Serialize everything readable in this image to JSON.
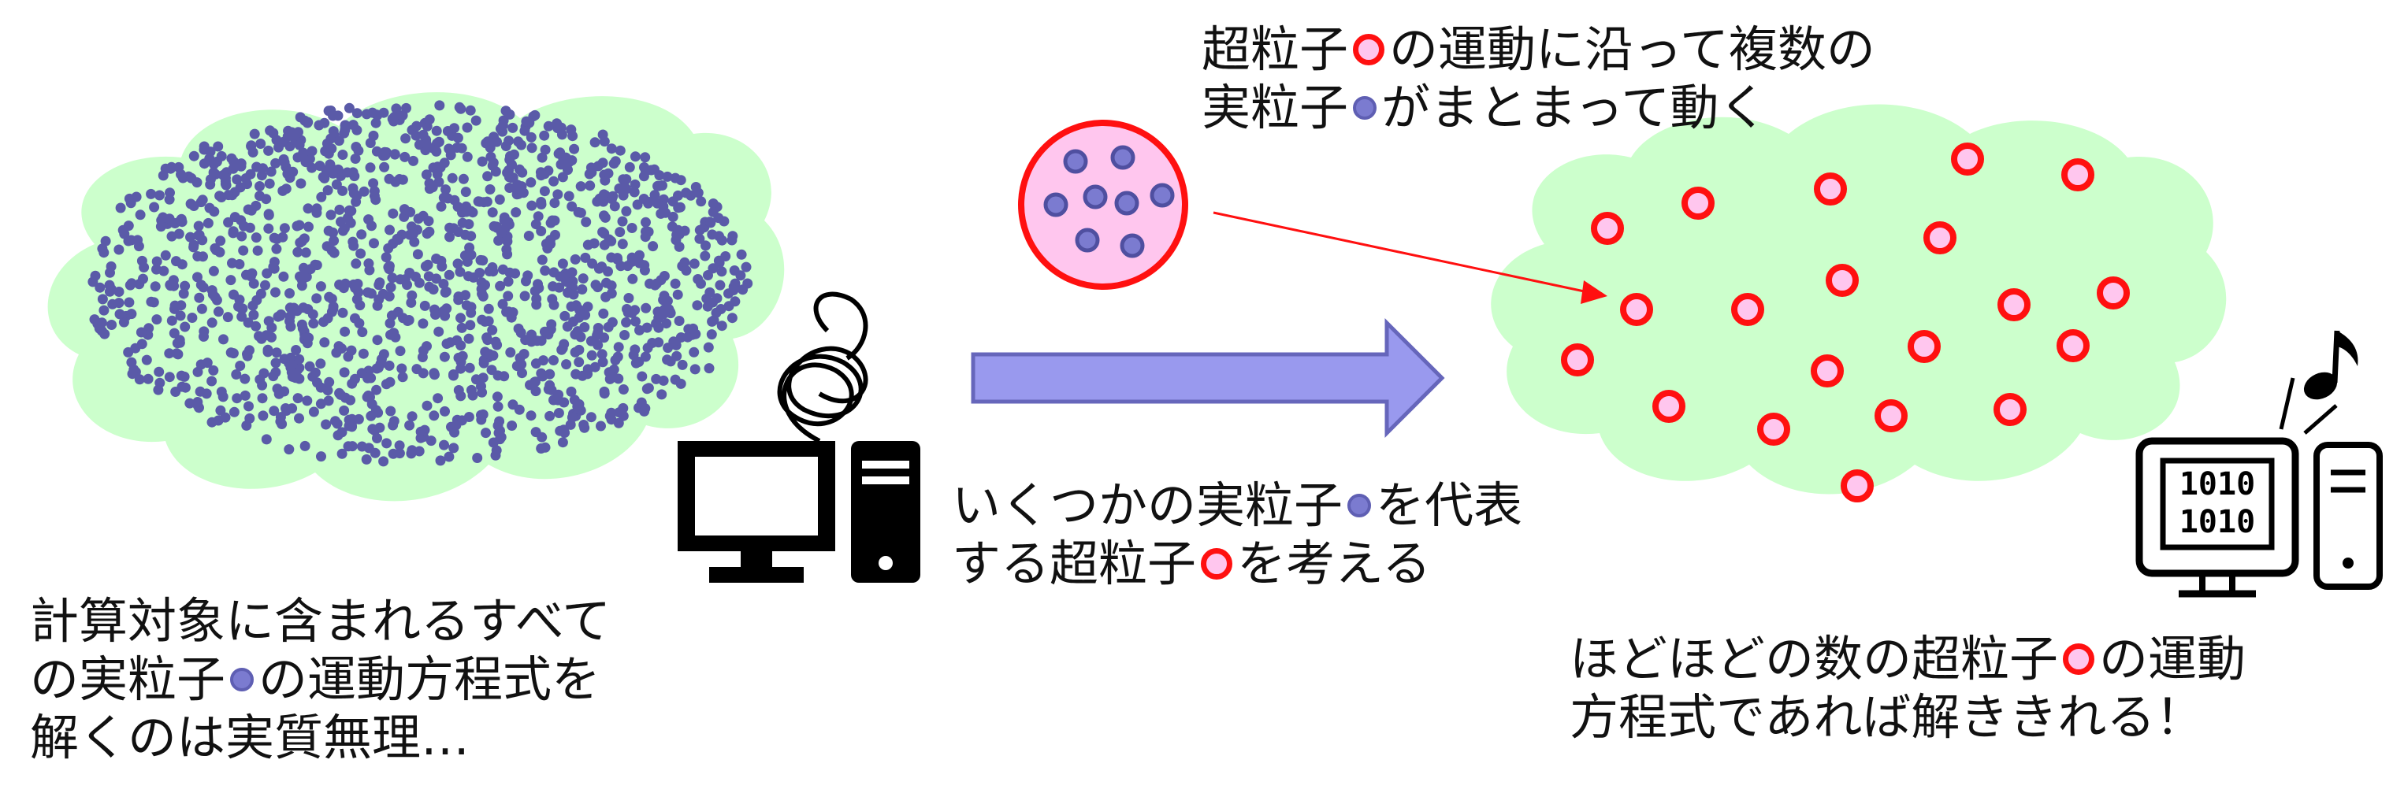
{
  "captions": {
    "left": [
      "計算対象に含まれるすべて",
      "の実粒子",
      "の運動方程式を",
      "解くのは実質無理…"
    ],
    "middle": [
      "いくつかの実粒子",
      "を代表",
      "する超粒子",
      "を考える"
    ],
    "top_right": [
      "超粒子",
      "の運動に沿って複数の",
      "実粒子",
      "がまとまって動く"
    ],
    "bottom_right": [
      "ほどほどの数の超粒子",
      "の運動",
      "方程式であれば解ききれる！"
    ]
  },
  "icons": {
    "left_computer": "desktop-computer-icon",
    "right_computer": "computer-binary-icon",
    "music": "music-note-icon"
  },
  "binary_screen": [
    "1010",
    "1010"
  ],
  "colors": {
    "cloud": "#ccffcc",
    "real_particle": "#5a5aa8",
    "super_particle_ring": "#ff1010",
    "super_particle_fill": "#ffc6ee",
    "arrow": "#9999ee"
  }
}
